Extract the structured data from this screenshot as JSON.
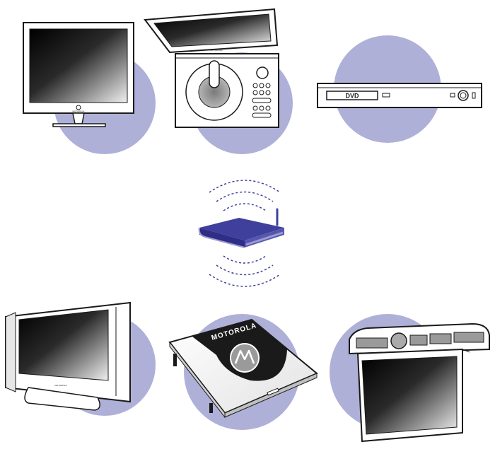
{
  "colors": {
    "circle": "#aeb0d8",
    "router": "#3f3f9c",
    "router_light": "#9a9ad0",
    "outline": "#1a1a1a",
    "screen_dark": "#000000",
    "screen_light": "#ececec",
    "device_body": "#ffffff",
    "device_gray": "#e6e6e6"
  },
  "labels": {
    "dvd_label": "DVD",
    "brand_big": "MOTOROLA",
    "brand_small": "MOTOROLA"
  },
  "devices": [
    {
      "name": "monitor"
    },
    {
      "name": "flip-screen-player"
    },
    {
      "name": "dvd-player"
    },
    {
      "name": "wireless-router"
    },
    {
      "name": "flat-panel-tv"
    },
    {
      "name": "media-hub"
    },
    {
      "name": "ceiling-flipdown-screen"
    }
  ]
}
